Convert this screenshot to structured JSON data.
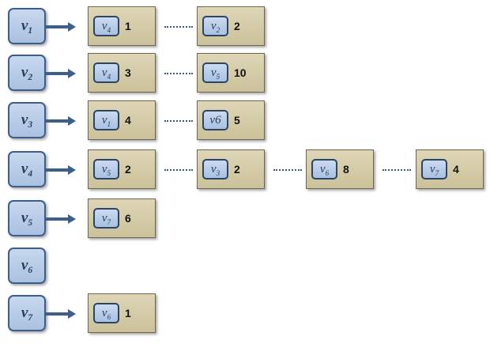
{
  "vertices": [
    {
      "letter": "v",
      "sub": "1",
      "neighbors": [
        {
          "letter": "v",
          "sub": "4",
          "weight": "1"
        },
        {
          "letter": "v",
          "sub": "2",
          "weight": "2"
        }
      ]
    },
    {
      "letter": "v",
      "sub": "2",
      "neighbors": [
        {
          "letter": "v",
          "sub": "4",
          "weight": "3"
        },
        {
          "letter": "v",
          "sub": "5",
          "weight": "10"
        }
      ]
    },
    {
      "letter": "v",
      "sub": "3",
      "neighbors": [
        {
          "letter": "v",
          "sub": "1",
          "weight": "4"
        },
        {
          "letter": "v6",
          "sub": "",
          "weight": "5"
        }
      ]
    },
    {
      "letter": "v",
      "sub": "4",
      "neighbors": [
        {
          "letter": "v",
          "sub": "5",
          "weight": "2"
        },
        {
          "letter": "v",
          "sub": "3",
          "weight": "2"
        },
        {
          "letter": "v",
          "sub": "6",
          "weight": "8"
        },
        {
          "letter": "v",
          "sub": "7",
          "weight": "4"
        }
      ]
    },
    {
      "letter": "v",
      "sub": "5",
      "neighbors": [
        {
          "letter": "v",
          "sub": "7",
          "weight": "6"
        }
      ]
    },
    {
      "letter": "v",
      "sub": "6",
      "neighbors": []
    },
    {
      "letter": "v",
      "sub": "7",
      "neighbors": [
        {
          "letter": "v",
          "sub": "6",
          "weight": "1"
        }
      ]
    }
  ],
  "colors": {
    "vertex_fill": "#b4c9e6",
    "vertex_border": "#3b5f8a",
    "node_fill": "#d4cba8",
    "arrow": "#3c5f8c",
    "dots": "#3a5a86"
  }
}
